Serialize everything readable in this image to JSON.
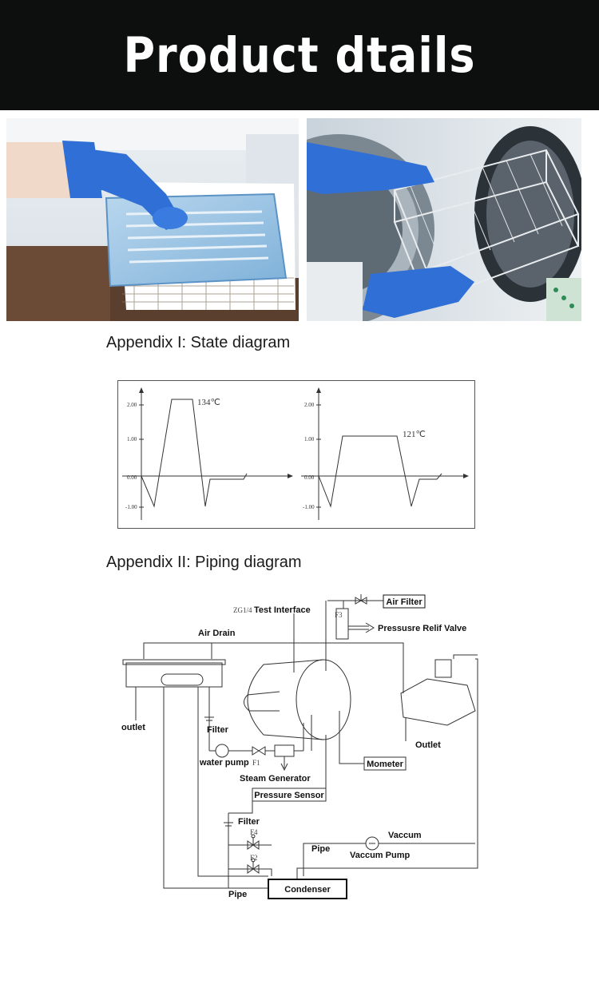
{
  "header": {
    "title": "Product dtails",
    "background": "#0c0f0e"
  },
  "photos": [
    {
      "name": "gloved-hand-sterilization-pouch",
      "accent": "#2f6fd6"
    },
    {
      "name": "gloved-hands-autoclave-rack",
      "accent": "#2f6fd6"
    }
  ],
  "appendix1": {
    "title": "Appendix I: State diagram",
    "charts": [
      {
        "peak_label": "134℃",
        "y_ticks": [
          "2.00",
          "1.00",
          "0.00",
          "-1.00"
        ]
      },
      {
        "peak_label": "121℃",
        "y_ticks": [
          "2.00",
          "1.00",
          "0.00",
          "-1.00"
        ]
      }
    ]
  },
  "appendix2": {
    "title": "Appendix II: Piping diagram",
    "labels": {
      "test_interface": "Test Interface",
      "test_interface_prefix": "ZG1/4",
      "air_filter": "Air Filter",
      "f3": "F3",
      "relief_valve": "Pressusre Relif Valve",
      "air_drain": "Air Drain",
      "outlet_left": "outlet",
      "filter_top": "Filter",
      "water_pump": "water pump",
      "f1": "F1",
      "steam_generator": "Steam Generator",
      "pressure_sensor": "Pressure Sensor",
      "mometer": "Mometer",
      "outlet_right": "Outlet",
      "filter_bottom": "Filter",
      "f4": "F4",
      "f2": "F2",
      "pipe_mid": "Pipe",
      "vaccum": "Vaccum",
      "vaccum_pump": "Vaccum Pump",
      "condenser": "Condenser",
      "pipe_bottom": "Pipe"
    }
  }
}
